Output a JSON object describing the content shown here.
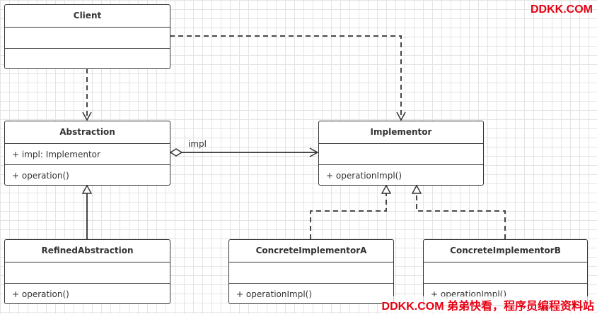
{
  "classes": {
    "client": {
      "name": "Client",
      "attributes": "",
      "operations": ""
    },
    "abstraction": {
      "name": "Abstraction",
      "attributes": "+ impl: Implementor",
      "operations": "+ operation()"
    },
    "implementor": {
      "name": "Implementor",
      "attributes": "",
      "operations": "+ operationImpl()"
    },
    "refined_abstraction": {
      "name": "RefinedAbstraction",
      "attributes": "",
      "operations": "+ operation()"
    },
    "concrete_implementor_a": {
      "name": "ConcreteImplementorA",
      "attributes": "",
      "operations": "+ operationImpl()"
    },
    "concrete_implementor_b": {
      "name": "ConcreteImplementorB",
      "attributes": "",
      "operations": "+ operationImpl()"
    }
  },
  "relationships": [
    {
      "from": "Client",
      "to": "Abstraction",
      "type": "dependency"
    },
    {
      "from": "Client",
      "to": "Implementor",
      "type": "dependency"
    },
    {
      "from": "Abstraction",
      "to": "Implementor",
      "type": "aggregation",
      "label": "impl"
    },
    {
      "from": "RefinedAbstraction",
      "to": "Abstraction",
      "type": "generalization"
    },
    {
      "from": "ConcreteImplementorA",
      "to": "Implementor",
      "type": "realization"
    },
    {
      "from": "ConcreteImplementorB",
      "to": "Implementor",
      "type": "realization"
    }
  ],
  "labels": {
    "impl": "impl"
  },
  "watermark": {
    "top": "DDKK.COM",
    "bottom": "DDKK.COM 弟弟快看，程序员编程资料站",
    "color": "#e60012"
  },
  "colors": {
    "line": "#333333",
    "grid": "#e4e4e4"
  }
}
